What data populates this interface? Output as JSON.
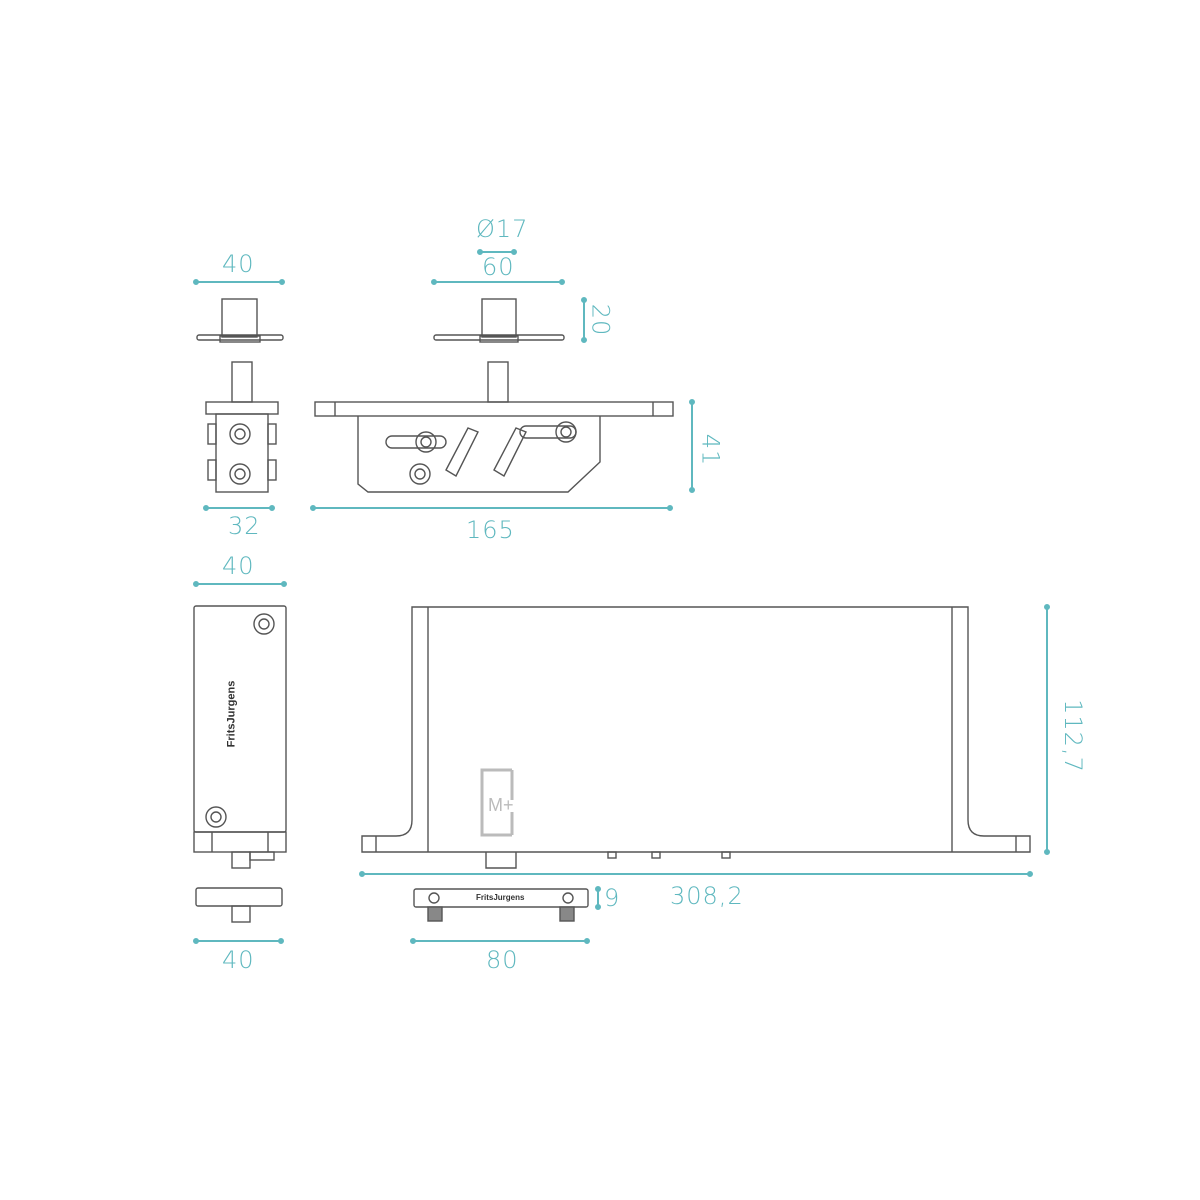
{
  "drawing": {
    "colors": {
      "dimension": "#5fb8bf",
      "outline": "#555555",
      "logo": "#bbbbbb"
    },
    "brand_text": "FritsJurgens",
    "logo_text": "M+",
    "dimensions": {
      "top_pivot_small_width": "40",
      "top_pivot_large_diameter": "Ø17",
      "top_pivot_large_width": "60",
      "top_pivot_height": "20",
      "top_block_width": "32",
      "top_block_length": "165",
      "top_block_height": "41",
      "pivot_side_width": "40",
      "pivot_body_length": "308,2",
      "pivot_body_height": "112,7",
      "bottom_plate_width": "40",
      "bottom_plate_length": "80",
      "bottom_plate_height": "9"
    }
  }
}
